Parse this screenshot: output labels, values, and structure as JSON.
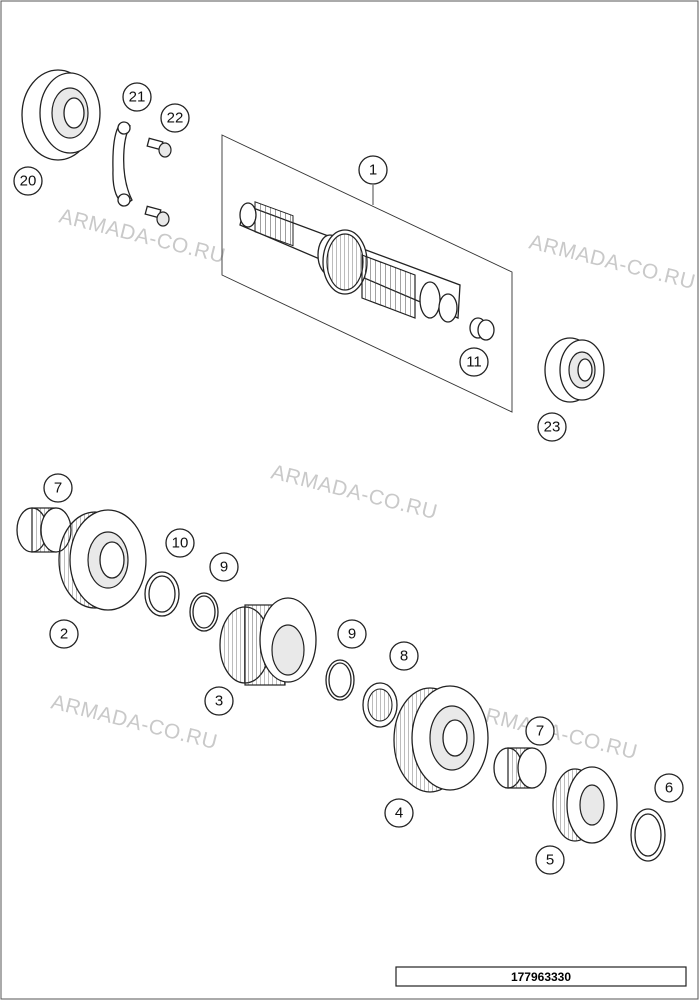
{
  "watermarks": [
    "ARMADA-CO.RU",
    "ARMADA-CO.RU",
    "ARMADA-CO.RU",
    "ARMADA-CO.RU",
    "ARMADA-CO.RU"
  ],
  "callouts": {
    "c1": "1",
    "c2": "2",
    "c3": "3",
    "c4": "4",
    "c5": "5",
    "c6": "6",
    "c7a": "7",
    "c7b": "7",
    "c8": "8",
    "c9a": "9",
    "c9b": "9",
    "c10": "10",
    "c11": "11",
    "c20": "20",
    "c21": "21",
    "c22": "22",
    "c23": "23"
  },
  "diagram_code": "177963330"
}
